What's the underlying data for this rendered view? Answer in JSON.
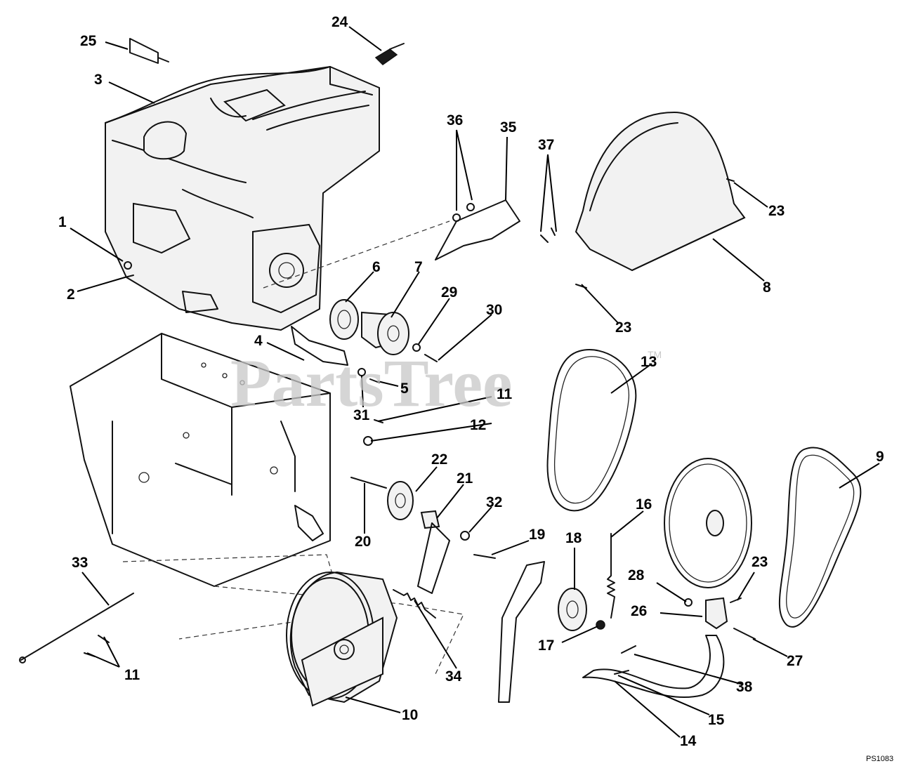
{
  "watermark": {
    "text": "PartsTree",
    "trademark": "TM"
  },
  "drawing_code": "PS1083",
  "callouts": [
    "25",
    "24",
    "3",
    "36",
    "35",
    "37",
    "23",
    "1",
    "2",
    "6",
    "7",
    "29",
    "30",
    "8",
    "23",
    "4",
    "5",
    "13",
    "31",
    "11",
    "12",
    "9",
    "22",
    "21",
    "32",
    "20",
    "16",
    "19",
    "18",
    "33",
    "28",
    "23",
    "26",
    "17",
    "27",
    "11",
    "34",
    "38",
    "10",
    "15",
    "14"
  ]
}
